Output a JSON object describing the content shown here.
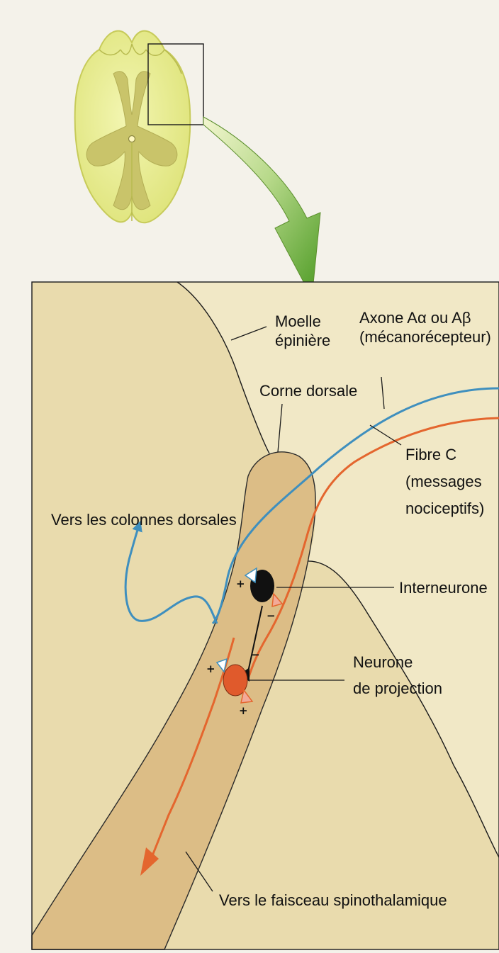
{
  "labels": {
    "moelle_line1": "Moelle",
    "moelle_line2": "épinière",
    "axone_line1": "Axone Aα ou Aβ",
    "axone_line2": "(mécanorécepteur)",
    "corne_dorsale": "Corne dorsale",
    "fibre_c_line1": "Fibre C",
    "fibre_c_line2": "(messages",
    "fibre_c_line3": "nociceptifs)",
    "vers_colonnes": "Vers les colonnes dorsales",
    "interneurone": "Interneurone",
    "neurone_line1": "Neurone",
    "neurone_line2": "de projection",
    "vers_faisceau": "Vers le faisceau spinothalamique"
  },
  "signs": {
    "plus": "+",
    "minus": "−"
  },
  "colors": {
    "background": "#f4f2ea",
    "cord_section": "#eef29a",
    "grey_matter": "#c9c46a",
    "panel": "#f1e8c6",
    "dorsal_horn": "#dcbd86",
    "axon_blue": "#3f8fbe",
    "fibre_c_orange": "#e4662e",
    "zoom_arrow": "#69ad2f",
    "projection_neuron": "#e05a2c",
    "interneuron": "#111111",
    "synapse_pink": "#f2aa98"
  }
}
